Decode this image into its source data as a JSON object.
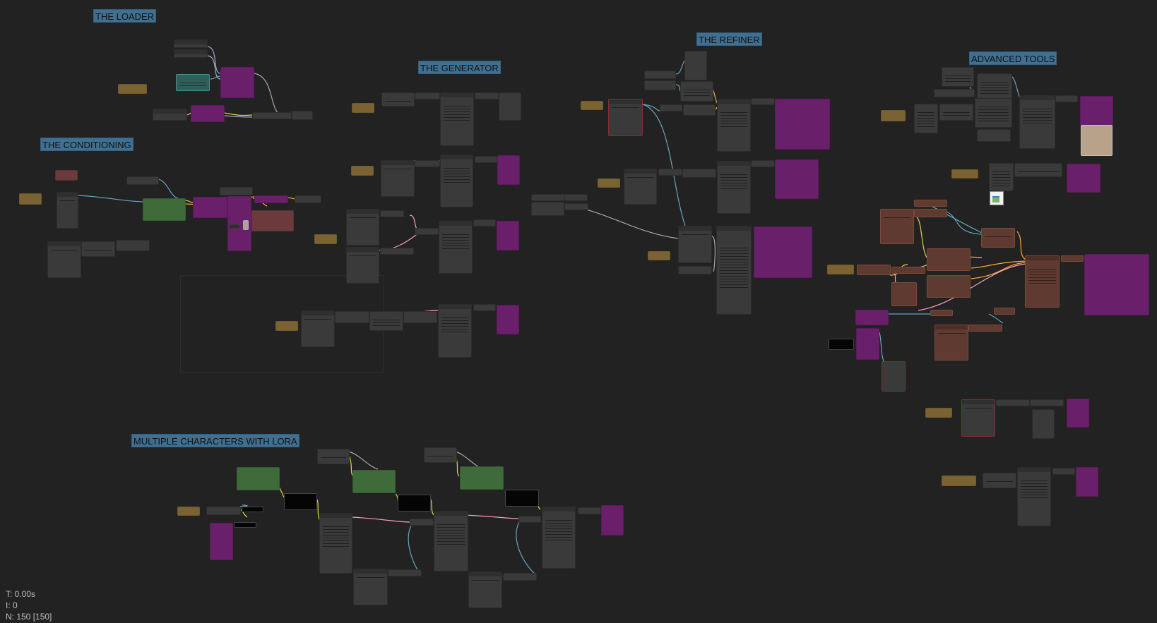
{
  "groups": {
    "loader": "THE LOADER",
    "generator": "THE GENERATOR",
    "refiner": "THE REFINER",
    "advanced": "ADVANCED TOOLS",
    "conditioning": "THE CONDITIONING",
    "multiple": "MULTIPLE CHARACTERS WITH LORA"
  },
  "stats": {
    "time": "T: 0.00s",
    "iterations": "I: 0",
    "nodes": "N: 150 [150]"
  },
  "wire_colors": {
    "clip": "#e6d04d",
    "model": "#9aa6d6",
    "latent": "#ff9ac8",
    "image": "#68a6bf",
    "conditioning": "#ffa931",
    "vae": "#aaaaaa"
  }
}
